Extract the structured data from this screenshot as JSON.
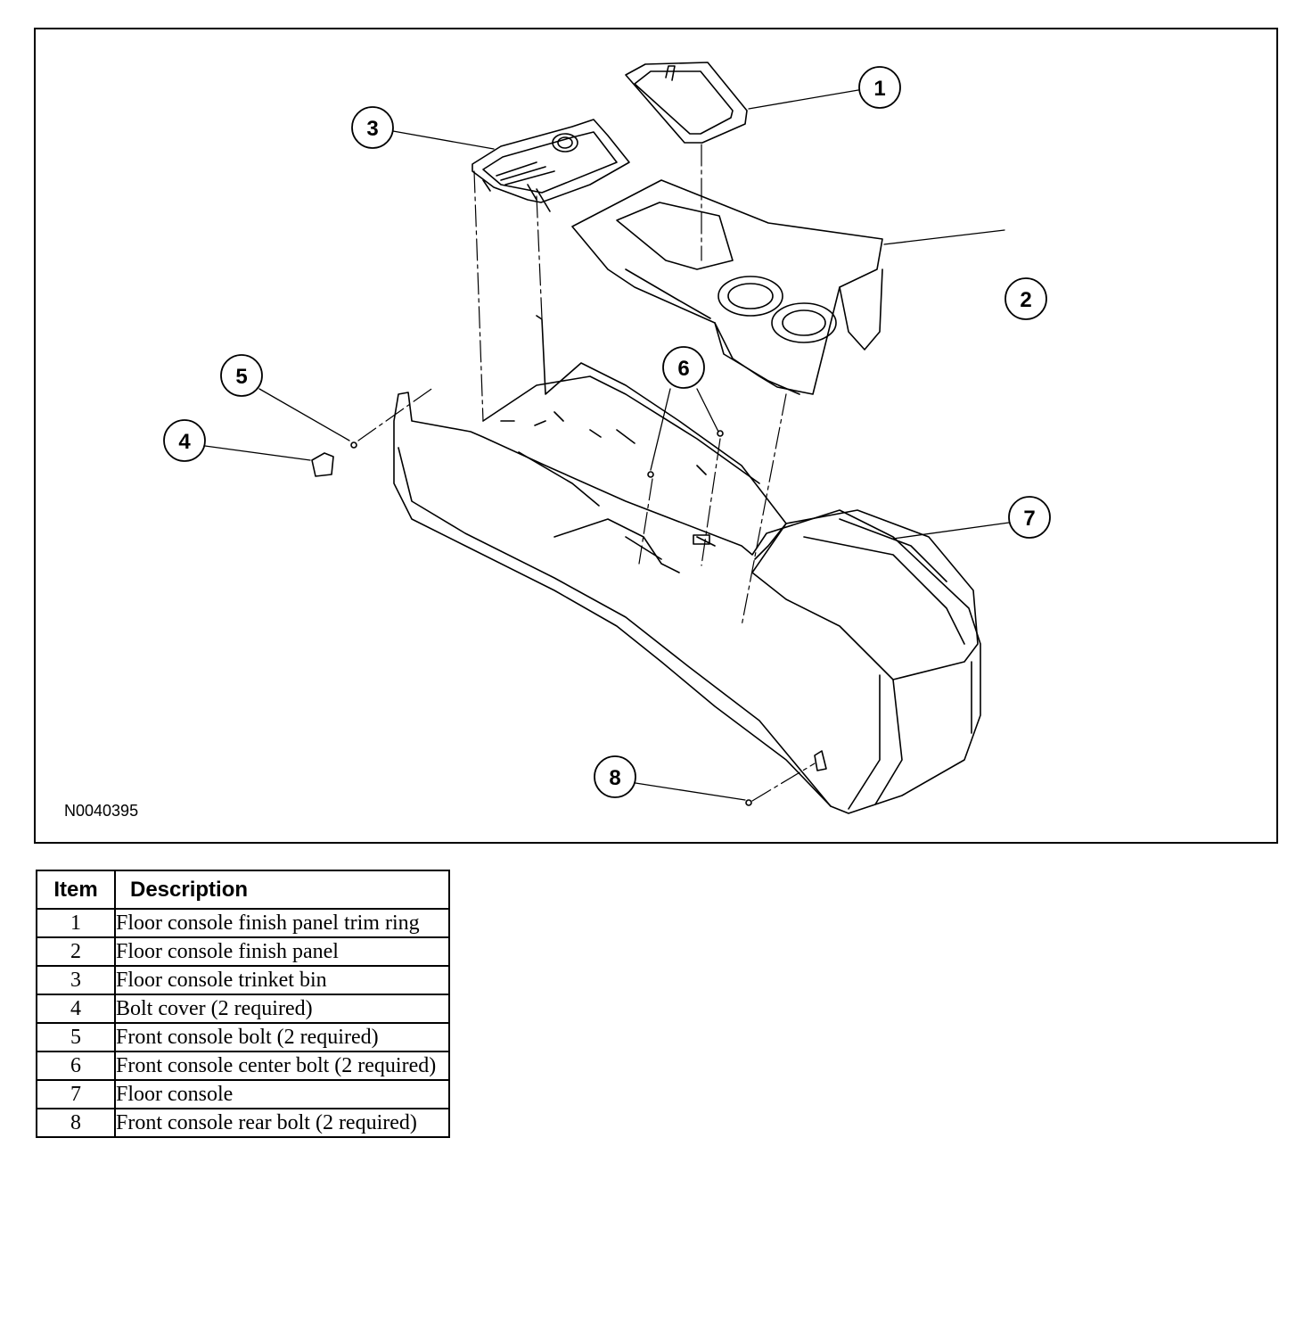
{
  "figure": {
    "drawing_code": "N0040395",
    "callouts": [
      "1",
      "2",
      "3",
      "4",
      "5",
      "6",
      "7",
      "8"
    ]
  },
  "legend": {
    "headers": {
      "item": "Item",
      "description": "Description"
    },
    "rows": [
      {
        "item": "1",
        "description": "Floor console finish panel trim ring"
      },
      {
        "item": "2",
        "description": "Floor console finish panel"
      },
      {
        "item": "3",
        "description": "Floor console trinket bin"
      },
      {
        "item": "4",
        "description": "Bolt cover (2 required)"
      },
      {
        "item": "5",
        "description": "Front console bolt (2 required)"
      },
      {
        "item": "6",
        "description": "Front console center bolt (2 required)"
      },
      {
        "item": "7",
        "description": "Floor console"
      },
      {
        "item": "8",
        "description": "Front console rear bolt (2 required)"
      }
    ]
  }
}
